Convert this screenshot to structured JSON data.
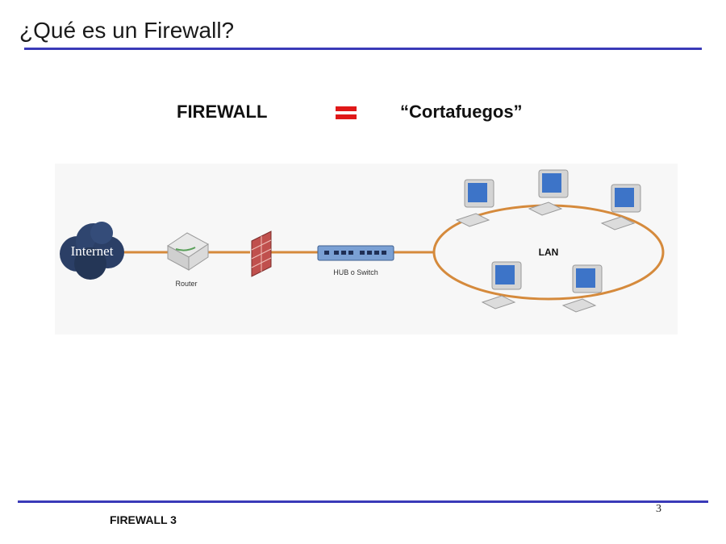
{
  "slide": {
    "title": "¿Qué es un Firewall?",
    "equation": {
      "left": "FIREWALL",
      "right": "“Cortafuegos”"
    },
    "footer": "FIREWALL 3",
    "page_number": "3"
  },
  "diagram": {
    "internet_label": "Internet",
    "router_label": "Router",
    "hub_label": "HUB o Switch",
    "lan_label": "LAN",
    "colors": {
      "link": "#d58a3c",
      "cloud": "#2b3f66",
      "firewall": "#c0504d",
      "hub": "#7aa0d4",
      "monitor_screen": "#3d74c8"
    }
  }
}
